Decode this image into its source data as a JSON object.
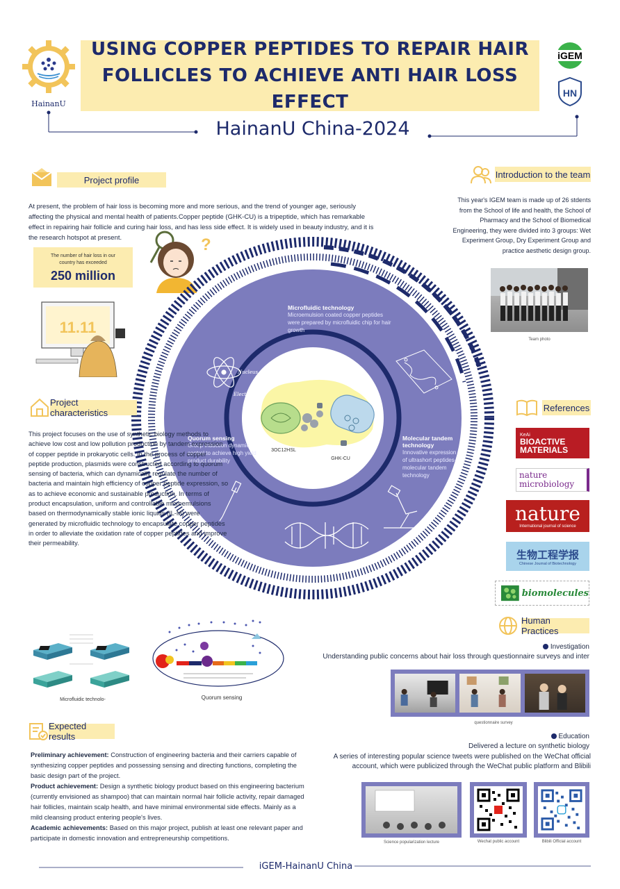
{
  "header": {
    "title": "USING COPPER PEPTIDES TO REPAIR HAIR FOLLICLES TO ACHIEVE ANTI HAIR LOSS EFFECT",
    "subtitle": "HainanU China-2024",
    "university_label": "HainanU",
    "igem_logo_text": "iGEM",
    "hn_logo_text": "HN"
  },
  "project_profile": {
    "label": "Project profile",
    "text": "At present, the problem of hair loss is becoming more and more serious, and the trend of younger age, seriously affecting the physical and mental health of patients.Copper peptide (GHK-CU) is a tripeptide, which has remarkable effect in repairing hair follicle and curing hair loss, and has less side effect. It is widely used in beauty industry, and it is the research hotspot at present.",
    "stat_caption": "The number of hair loss in our country has exceeded",
    "stat_value": "250 million",
    "screen_text": "11.11"
  },
  "team": {
    "label": "Introduction to the team",
    "text": "This year's IGEM team is made up of 26 stdents from the School of life and health, the School of Pharmacy and the School of Biomedical Engineering, they were divided into 3 groups: Wet Experiment Group, Dry Experiment Group and practice aesthetic design group.",
    "photo_caption": "Team photo"
  },
  "center": {
    "microfluidic_title": "Microfluidic technology",
    "microfluidic_text": "Microemulsion coated copper peptides were prepared by microfluidic chip for hair growth",
    "quorum_title": "Quorum sensing",
    "quorum_text": "Group induction dynamic control to achieve high yield product durability",
    "tandem_title": "Molecular tandem technology",
    "tandem_text": "Innovative expression of ultrashort peptides-molecular tandem technology",
    "label_nucleus": "Nucleus",
    "label_electron": "Electron",
    "label_3oc": "3OC12HSL",
    "label_ghk": "GHK-CU"
  },
  "characteristics": {
    "label": "Project characteristics",
    "text": "This project focuses on the use of synthetic biology methods to achieve low cost and low pollution production by tandem expression of copper peptide in prokaryotic cells. In the process of copper peptide production, plasmids were constructed according to quorum sensing of bacteria, which can dynamically regulate the number of bacteria and maintain high efficiency of copper peptide expression, so as to achieve economic and sustainable production. In terms of product encapsulation, uniform and controllable microemulsions based on thermodynamically stable ionic liquids (IL-M) were generated by microfluidic technology to encapsulate copper peptides in order to alleviate the oxidation rate of copper peptides and improve their permeability."
  },
  "figures": {
    "microfluidic_caption": "Microfluidic technolo-",
    "quorum_caption": "Quorum sensing"
  },
  "references": {
    "label": "References",
    "items": [
      "BIOACTIVE MATERIALS",
      "nature microbiology",
      "nature",
      "生物工程学报",
      "biomolecules"
    ],
    "keai": "KeAi",
    "nature_sub": "International journal of science",
    "chinese_sub": "Chinese Journal of Biotechnology"
  },
  "human_practices": {
    "label": "Human Practices",
    "investigation_title": "Investigation",
    "investigation_text": "Understanding public concerns about hair loss through questionnaire surveys and inter",
    "questionnaire_caption": "questionnaire survey",
    "education_title": "Education",
    "education_text1": "Delivered a lecture on synthetic biology",
    "education_text2": "A series of interesting popular science tweets were published on the WeChat official account, which were publicized through the WeChat public platform and Blibili",
    "lecture_caption": "Science popularization lecture",
    "wechat_caption": "Wechat public account",
    "bilibili_caption": "Blibili   Official account"
  },
  "expected": {
    "label": "Expected results",
    "p1_bold": "Preliminary achievement:",
    "p1_text": " Construction of engineering bacteria and their carriers capable of synthesizing copper peptides and possessing sensing and directing functions, completing the basic design part of the project.",
    "p2_bold": "Product achievement:",
    "p2_text": " Design a synthetic biology product based on this engineering bacterium (currently envisioned as shampoo) that can maintain normal hair follicle activity, repair damaged hair follicles, maintain scalp health, and have minimal environmental side effects. Mainly as a mild cleansing product entering people's lives.",
    "p3_bold": "Academic achievements:",
    "p3_text": " Based on this major project, publish at least one relevant paper and participate in domestic innovation and entrepreneurship competitions."
  },
  "footer": {
    "text": "iGEM-HainanU China"
  },
  "colors": {
    "navy": "#1d2a6b",
    "ring": "#7c7cbd",
    "yellow": "#fcecb0",
    "gold": "#f2c45a"
  }
}
